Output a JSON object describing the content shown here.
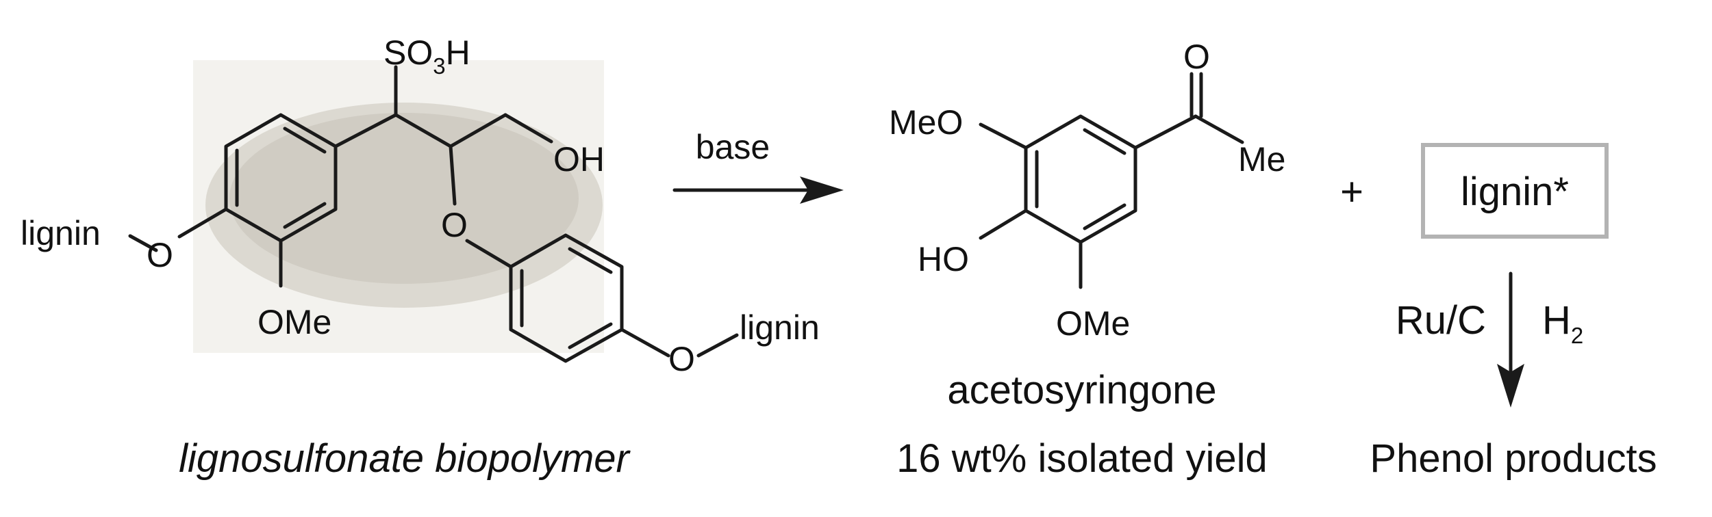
{
  "scheme": {
    "background_photo_tint": "#d8d5cd",
    "box_color": "#b3b3b3",
    "lignosulfonate": {
      "caption": "lignosulfonate biopolymer",
      "so3h_s": "SO",
      "so3h_sub": "3",
      "so3h_h": "H",
      "oh": "OH",
      "ome": "OMe",
      "ether_o_left": "O",
      "ether_o_center": "O",
      "ether_o_right": "O",
      "lignin_left": "lignin",
      "lignin_right": "lignin"
    },
    "reaction": {
      "reagent": "base"
    },
    "acetosyringone": {
      "name": "acetosyringone",
      "yield": "16 wt% isolated yield",
      "carbonyl_o": "O",
      "methyl": "Me",
      "meo_top": "MeO",
      "ho": "HO",
      "ome_bottom": "OMe"
    },
    "plus": "+",
    "lignin_star": "lignin*",
    "hydrogenation": {
      "catalyst": "Ru/C",
      "gas_h": "H",
      "gas_sub": "2"
    },
    "phenol_products": "Phenol products"
  }
}
